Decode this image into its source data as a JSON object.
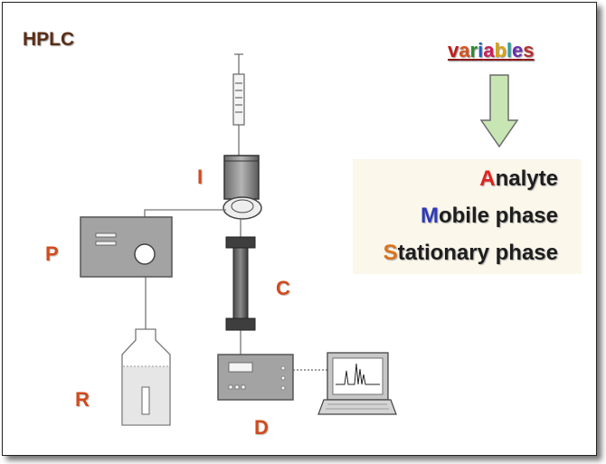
{
  "title": "HPLC",
  "variables_heading": [
    "v",
    "a",
    "r",
    "i",
    "a",
    "b",
    "l",
    "e",
    "s"
  ],
  "variables": [
    {
      "initial": "A",
      "rest": "nalyte",
      "initial_color": "#e0231f"
    },
    {
      "initial": "M",
      "rest": "obile phase",
      "initial_color": "#2e3bb5"
    },
    {
      "initial": "S",
      "rest": "tationary phase",
      "initial_color": "#d9731e"
    }
  ],
  "component_labels": {
    "injector": "I",
    "pump": "P",
    "column": "C",
    "reservoir": "R",
    "detector": "D"
  },
  "colors": {
    "title": "#5a2e17",
    "label": "#d24a1c",
    "arrow_fill": "#c8e6b4",
    "component_fill": "#a3a3a3"
  }
}
